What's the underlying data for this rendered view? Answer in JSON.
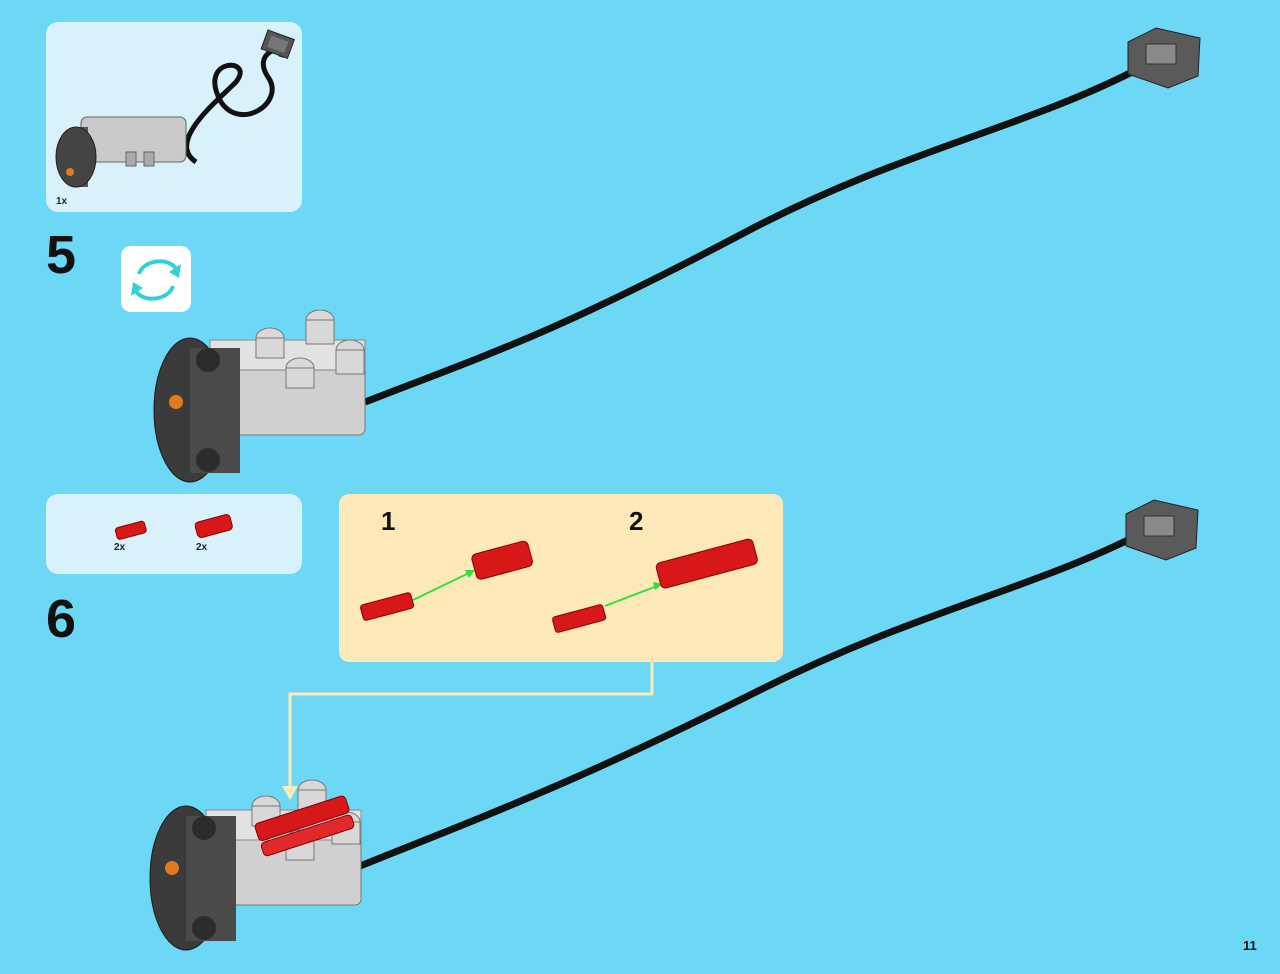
{
  "step5": {
    "number": "5",
    "parts": [
      {
        "name": "motor-with-cable-icon",
        "qty": "1x"
      }
    ],
    "rotate_icon": "rotate-model-icon"
  },
  "step6": {
    "number": "6",
    "parts": [
      {
        "name": "short-red-axle-connector-icon",
        "qty": "2x"
      },
      {
        "name": "red-axle-connector-icon",
        "qty": "2x"
      }
    ],
    "substeps": [
      {
        "number": "1"
      },
      {
        "number": "2"
      }
    ]
  },
  "colors": {
    "background": "#6dd8f6",
    "parts_box": "#d8f1fb",
    "substep_panel": "#fde9b8",
    "arrow": "#2fe03a",
    "accent_red": "#d81818"
  },
  "page": {
    "number": "11"
  }
}
